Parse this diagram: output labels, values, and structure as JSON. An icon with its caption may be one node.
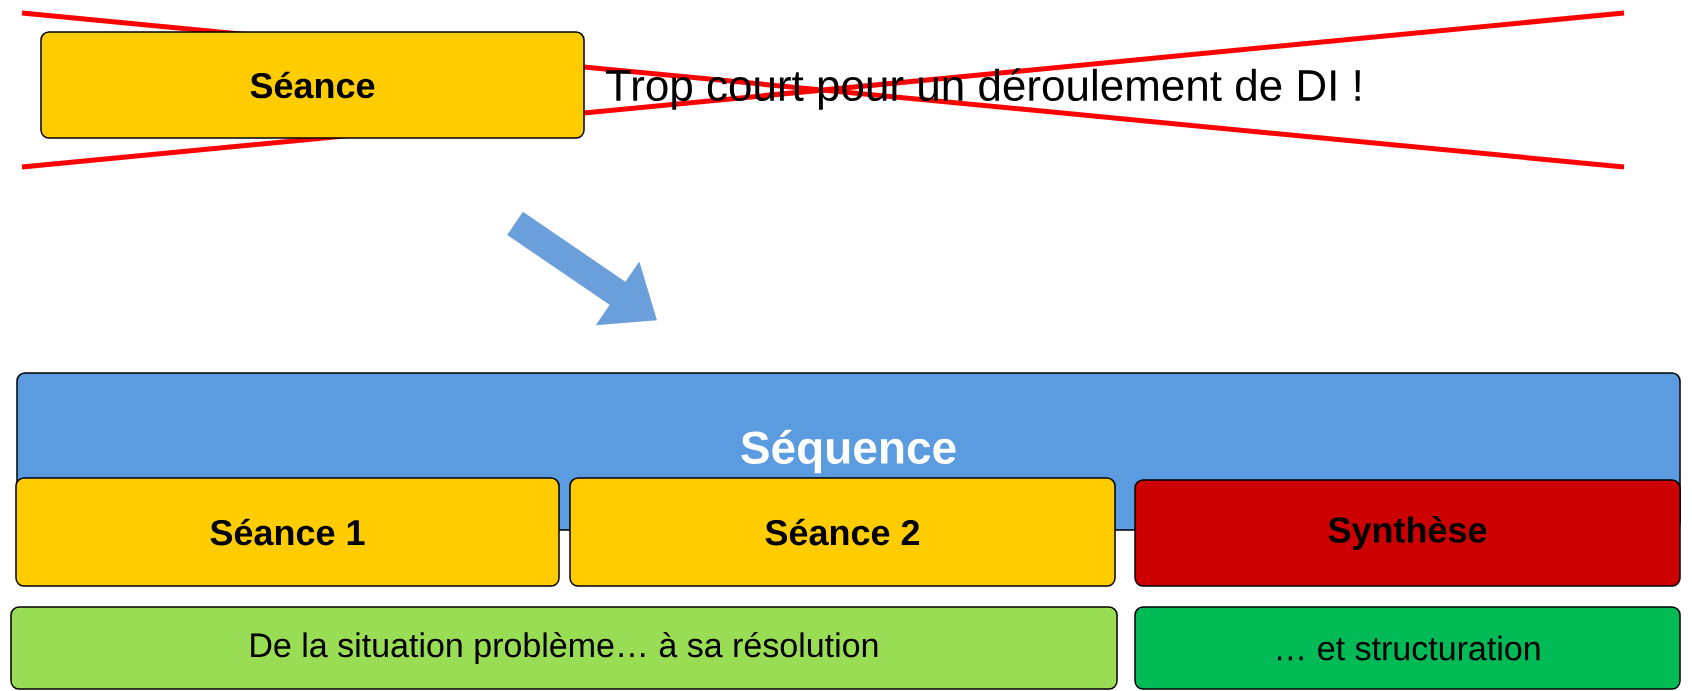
{
  "diagram": {
    "nodes": [
      {
        "text": [
          "Séance"
        ],
        "beside": [
          "Trop court pour un déroulement de DI !"
        ]
      },
      {
        "text": [
          "Séquence"
        ]
      },
      {
        "text": [
          "Séance 1"
        ]
      },
      {
        "text": [
          "Séance 2"
        ]
      },
      {
        "text": [
          "Synthèse"
        ]
      },
      {
        "text": [
          "De la situation problème… à sa résolution"
        ]
      },
      {
        "text": [
          "… et structuration"
        ]
      }
    ],
    "edges": [
      {
        "from": 0,
        "to": 1,
        "arrow": "to"
      }
    ]
  }
}
